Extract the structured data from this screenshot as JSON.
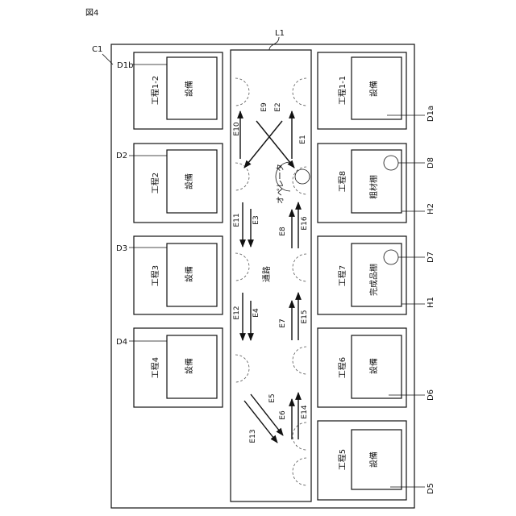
{
  "figure_label": "図4",
  "labels": {
    "c1": "C1",
    "l1": "L1",
    "d1b": "D1b",
    "d1a": "D1a",
    "d2": "D2",
    "d3": "D3",
    "d4": "D4",
    "d5": "D5",
    "d6": "D6",
    "d7": "D7",
    "d8": "D8",
    "h1": "H1",
    "h2": "H2"
  },
  "processes": {
    "p1_2": "工程1-2",
    "p1_1": "工程1-1",
    "p2": "工程2",
    "p3": "工程3",
    "p4": "工程4",
    "p5": "工程5",
    "p6": "工程6",
    "p7": "工程7",
    "p8": "工程8"
  },
  "equipment": {
    "generic": "設備",
    "finished_shelf": "完成品棚",
    "raw_shelf": "粗材棚"
  },
  "aisle_label": "通路",
  "operator_label": "オペレータ",
  "flows": {
    "e1": "E1",
    "e2": "E2",
    "e3": "E3",
    "e4": "E4",
    "e5": "E5",
    "e6": "E6",
    "e7": "E7",
    "e8": "E8",
    "e9": "E9",
    "e10": "E10",
    "e11": "E11",
    "e12": "E12",
    "e13": "E13",
    "e14": "E14",
    "e15": "E15",
    "e16": "E16"
  }
}
